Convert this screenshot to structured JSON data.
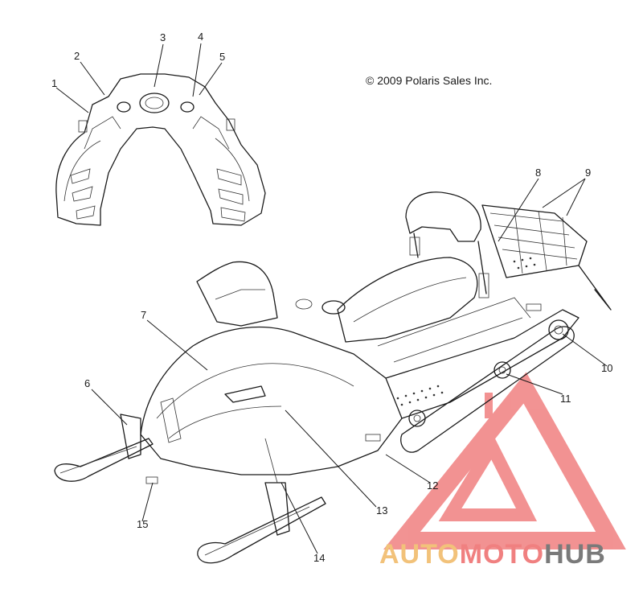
{
  "copyright": "© 2009 Polaris Sales Inc.",
  "callouts": [
    {
      "id": "1",
      "label": "1"
    },
    {
      "id": "2",
      "label": "2"
    },
    {
      "id": "3",
      "label": "3"
    },
    {
      "id": "4",
      "label": "4"
    },
    {
      "id": "5",
      "label": "5"
    },
    {
      "id": "6",
      "label": "6"
    },
    {
      "id": "7",
      "label": "7"
    },
    {
      "id": "8",
      "label": "8"
    },
    {
      "id": "9",
      "label": "9"
    },
    {
      "id": "10",
      "label": "10"
    },
    {
      "id": "11",
      "label": "11"
    },
    {
      "id": "12",
      "label": "12"
    },
    {
      "id": "13",
      "label": "13"
    },
    {
      "id": "14",
      "label": "14"
    },
    {
      "id": "15",
      "label": "15"
    }
  ],
  "watermark": {
    "part1": "AUTO",
    "part2": "MOTO",
    "part3": "HUB",
    "color_gold": "#f2c27a",
    "color_red": "#f08080",
    "color_gray": "#7a7a7a"
  }
}
